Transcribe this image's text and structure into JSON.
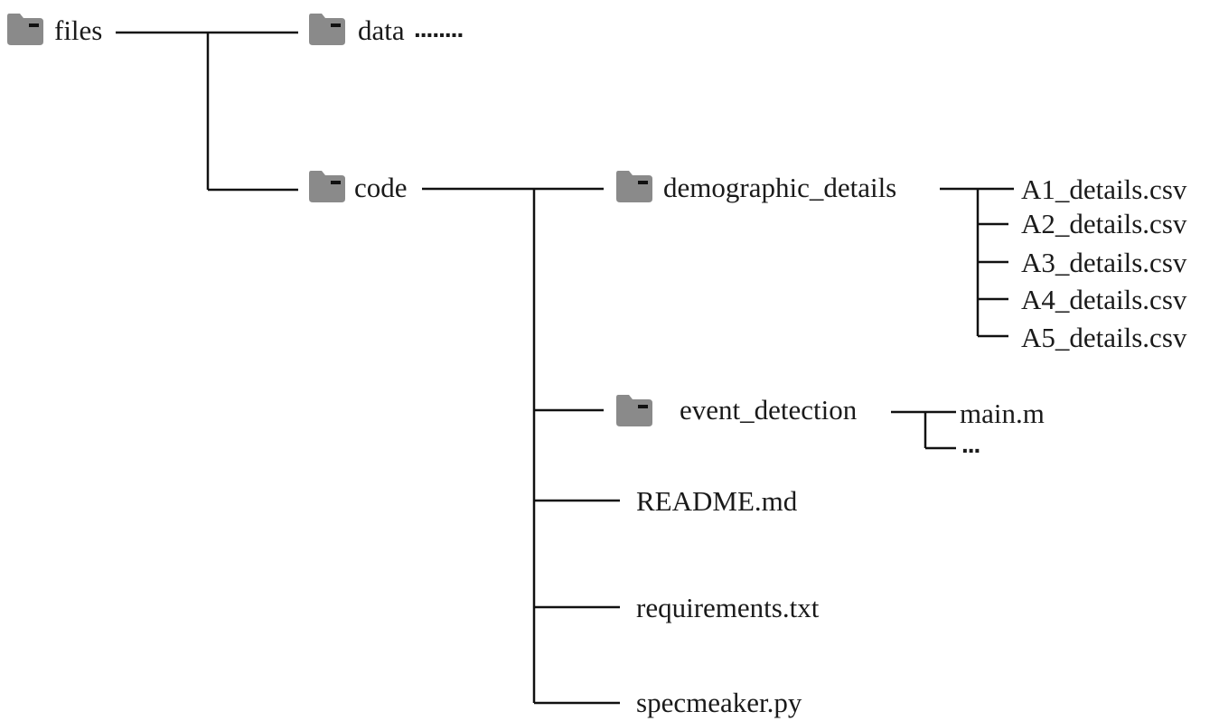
{
  "tree": {
    "root": {
      "label": "files",
      "icon": "folder-icon"
    },
    "data_folder": {
      "label": "data",
      "ellipsis": "........",
      "icon": "folder-icon"
    },
    "code_folder": {
      "label": "code",
      "icon": "folder-icon"
    },
    "demographic_details": {
      "label": "demographic_details",
      "icon": "folder-icon",
      "files": [
        "A1_details.csv",
        "A2_details.csv",
        "A3_details.csv",
        "A4_details.csv",
        "A5_details.csv"
      ]
    },
    "event_detection": {
      "label": "event_detection",
      "icon": "folder-icon",
      "files": [
        "main.m"
      ],
      "ellipsis": "..."
    },
    "code_files": [
      "README.md",
      "requirements.txt",
      "specmeaker.py"
    ]
  },
  "colors": {
    "line": "#111111",
    "folder_body": "#8a8a8a",
    "folder_mark": "#111111"
  }
}
